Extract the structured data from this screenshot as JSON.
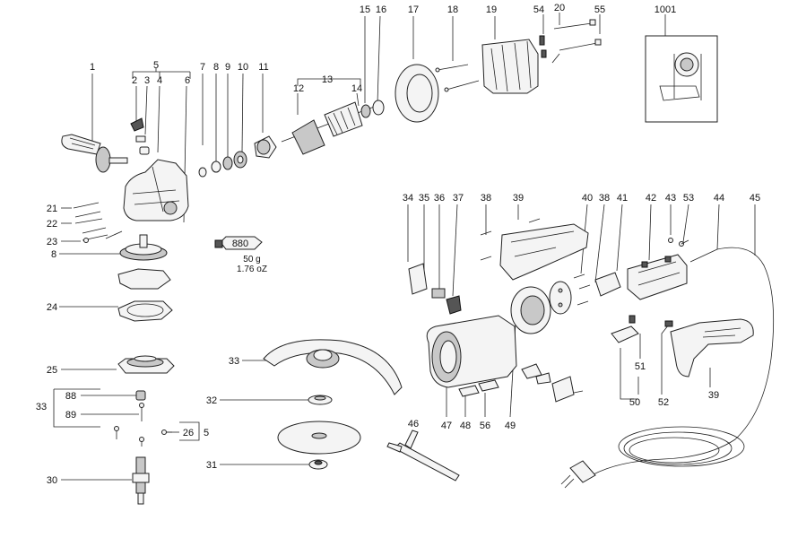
{
  "labels": {
    "p1": "1",
    "p2": "2",
    "p3": "3",
    "p4": "4",
    "p5a": "5",
    "p5b": "5",
    "p6": "6",
    "p7": "7",
    "p8a": "8",
    "p8b": "8",
    "p9": "9",
    "p10": "10",
    "p11": "11",
    "p12": "12",
    "p13": "13",
    "p14": "14",
    "p15": "15",
    "p16": "16",
    "p17": "17",
    "p18": "18",
    "p19": "19",
    "p20": "20",
    "p21": "21",
    "p22": "22",
    "p23": "23",
    "p24": "24",
    "p25": "25",
    "p26": "26",
    "p30": "30",
    "p31": "31",
    "p32": "32",
    "p33a": "33",
    "p33b": "33",
    "p34": "34",
    "p35": "35",
    "p36": "36",
    "p37": "37",
    "p38a": "38",
    "p38b": "38",
    "p39a": "39",
    "p39b": "39",
    "p40": "40",
    "p41": "41",
    "p42": "42",
    "p43": "43",
    "p44": "44",
    "p45": "45",
    "p46": "46",
    "p47": "47",
    "p48": "48",
    "p49": "49",
    "p50": "50",
    "p51": "51",
    "p52": "52",
    "p53": "53",
    "p54": "54",
    "p55": "55",
    "p56": "56",
    "p88": "88",
    "p89": "89",
    "p1001": "1001"
  },
  "grease_tube": {
    "code": "880",
    "weight_metric": "50 g",
    "weight_imperial": "1.76 oZ"
  }
}
